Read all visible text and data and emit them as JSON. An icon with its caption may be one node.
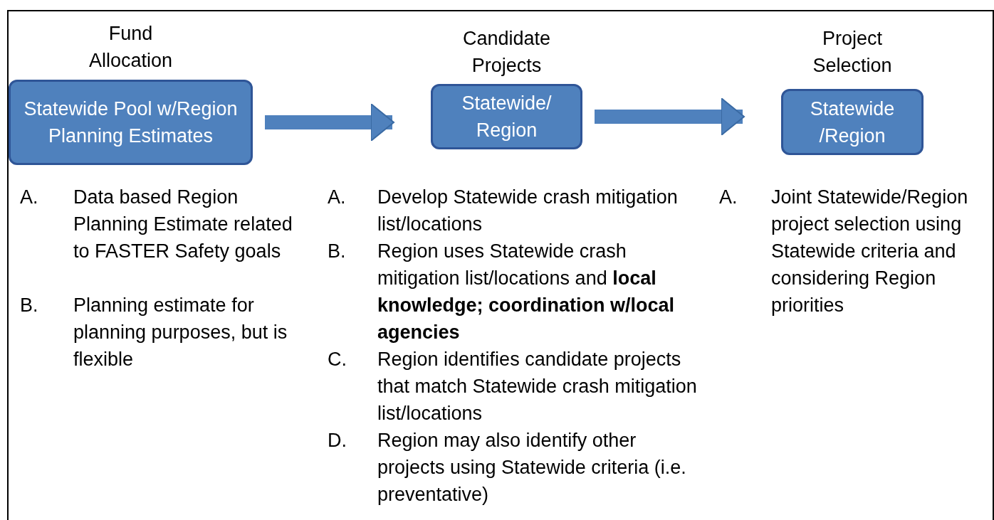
{
  "diagram": {
    "nodes": [
      {
        "text": [
          "Fund Allocation",
          "Statewide Pool w/Region Planning Estimates"
        ]
      },
      {
        "text": [
          "Candidate Projects",
          "Statewide/ Region"
        ]
      },
      {
        "text": [
          "Project Selection",
          "Statewide /Region"
        ]
      }
    ],
    "edges": [
      {
        "from": 0,
        "to": 1,
        "arrow": "to"
      },
      {
        "from": 1,
        "to": 2,
        "arrow": "to"
      }
    ],
    "labels": [
      "A.",
      "Data based Region Planning Estimate related to FASTER Safety goals",
      "B.",
      "Planning estimate for planning purposes, but is flexible",
      "A.",
      "Develop Statewide crash mitigation list/locations",
      "B.",
      "Region uses Statewide crash mitigation list/locations and **local knowledge; coordination w/local agencies**",
      "C.",
      "Region identifies candidate projects that match Statewide crash mitigation list/locations",
      "D.",
      "Region may also identify other projects using Statewide criteria (i.e. preventative)",
      "A.",
      "Joint Statewide/Region project selection using Statewide criteria and considering Region priorities"
    ]
  }
}
